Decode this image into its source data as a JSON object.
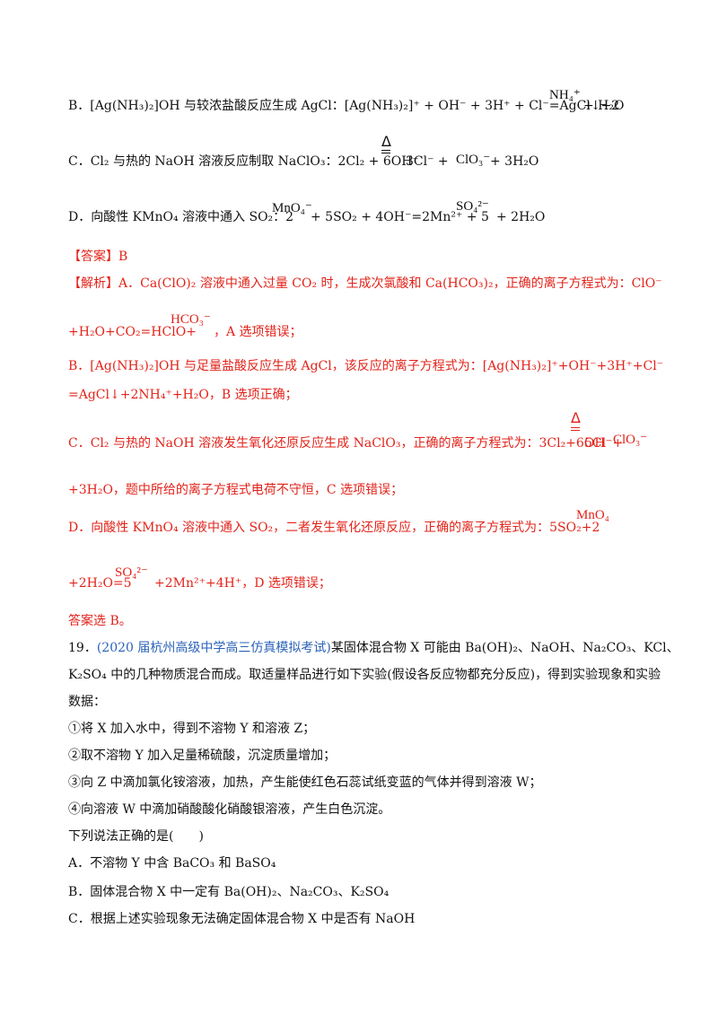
{
  "option_b": {
    "pre": "B．[Ag(NH₃)₂]OH 与较浓盐酸反应生成 AgCl：[Ag(NH₃)₂]⁺ + OH⁻ + 3H⁺ + Cl⁻=AgCl↓+2",
    "ion": "NH₄⁺",
    "post": "+ H₂O"
  },
  "option_c": {
    "pre": "C．Cl₂ 与热的 NaOH 溶液反应制取 NaClO₃：2Cl₂ + 6OH⁻",
    "mid": "3Cl⁻ +",
    "ion": "ClO₃⁻",
    "post": "+ 3H₂O",
    "delta": "Δ"
  },
  "option_d": {
    "pre": "D．向酸性 KMnO₄ 溶液中通入 SO₂：2",
    "ion1": "MnO₄⁻",
    "mid": "+ 5SO₂ + 4OH⁻=2Mn²⁺ + 5",
    "ion2": "SO₄²⁻",
    "post": "+ 2H₂O"
  },
  "answer_label": "【答案】B",
  "analysis": {
    "a_line1": "【解析】A．Ca(ClO)₂ 溶液中通入过量 CO₂ 时，生成次氯酸和 Ca(HCO₃)₂，正确的离子方程式为：ClO⁻",
    "a_line2_pre": "+H₂O+CO₂=HClO+",
    "a_ion": "HCO₃⁻",
    "a_line2_post": "，A 选项错误；",
    "b_line1": "B．[Ag(NH₃)₂]OH 与足量盐酸反应生成 AgCl，该反应的离子方程式为：[Ag(NH₃)₂]⁺+OH⁻+3H⁺+Cl⁻",
    "b_line2": "=AgCl↓+2NH₄⁺+H₂O，B 选项正确；",
    "c_line1_pre": "C．Cl₂ 与热的 NaOH 溶液发生氧化还原反应生成 NaClO₃，正确的离子方程式为：3Cl₂+6OH⁻",
    "c_mid": "5Cl⁻+",
    "c_ion": "ClO₃⁻",
    "c_delta": "Δ",
    "c_line2": "+3H₂O，题中所给的离子方程式电荷不守恒，C 选项错误；",
    "d_line1_pre": "D．向酸性 KMnO₄ 溶液中通入 SO₂，二者发生氧化还原反应，正确的离子方程式为：5SO₂+2",
    "d_ion": "MnO₄",
    "d_line2_pre": "+2H₂O=5",
    "d_ion2": "SO₄²⁻",
    "d_line2_post": "+2Mn²⁺+4H⁺，D 选项错误；",
    "final": "答案选 B。"
  },
  "question19": {
    "number": "19．",
    "source": "(2020 届杭州高级中学高三仿真模拟考试)",
    "line1_rest": "某固体混合物 X 可能由 Ba(OH)₂、NaOH、Na₂CO₃、KCl、",
    "line2": "K₂SO₄ 中的几种物质混合而成。取适量样品进行如下实验(假设各反应物都充分反应)，得到实验现象和实验",
    "line3": "数据：",
    "steps": [
      "①将 X 加入水中，得到不溶物 Y 和溶液 Z；",
      "②取不溶物 Y 加入足量稀硫酸，沉淀质量增加；",
      "③向 Z 中滴加氯化铵溶液，加热，产生能使红色石蕊试纸变蓝的气体并得到溶液 W；",
      "④向溶液 W 中滴加硝酸酸化硝酸银溶液，产生白色沉淀。"
    ],
    "prompt": "下列说法正确的是(　　)",
    "choices": [
      "A．不溶物 Y 中含 BaCO₃ 和 BaSO₄",
      "B．固体混合物 X 中一定有 Ba(OH)₂、Na₂CO₃、K₂SO₄",
      "C．根据上述实验现象无法确定固体混合物 X 中是否有 NaOH"
    ]
  }
}
